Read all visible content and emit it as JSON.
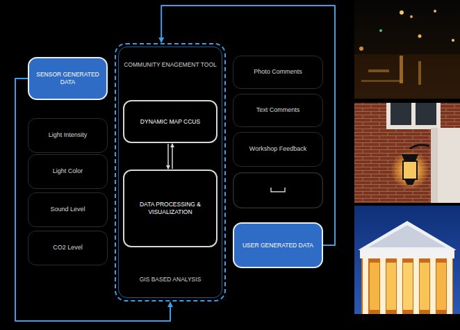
{
  "diagram": {
    "nodes": [
      {
        "text": [
          "SENSOR GENERATED DATA"
        ]
      },
      {
        "text": [
          "Light Intensity"
        ]
      },
      {
        "text": [
          "Light Color"
        ]
      },
      {
        "text": [
          "Sound Level"
        ]
      },
      {
        "text": [
          "CO2 Level"
        ]
      },
      {
        "text": [
          "COMMUNITY ENAGEMENT TOOL",
          "GIS BASED ANALYSIS"
        ]
      },
      {
        "text": [
          "DYNAMIC MAP CCUS"
        ],
        "in": 5
      },
      {
        "text": [
          "DATA PROCESSING & VISUALIZATION"
        ],
        "in": 5
      },
      {
        "text": [
          "Photo Comments"
        ]
      },
      {
        "text": [
          "Text Comments"
        ]
      },
      {
        "text": [
          "Workshop Feedback"
        ]
      },
      {
        "text": [
          "USER GENERATED DATA"
        ]
      }
    ],
    "edges": [
      {
        "from": 0,
        "to": 5,
        "arrow": "to"
      },
      {
        "from": 11,
        "to": 5,
        "arrow": "to"
      },
      {
        "from": 6,
        "to": 7,
        "arrow": "both"
      }
    ]
  }
}
